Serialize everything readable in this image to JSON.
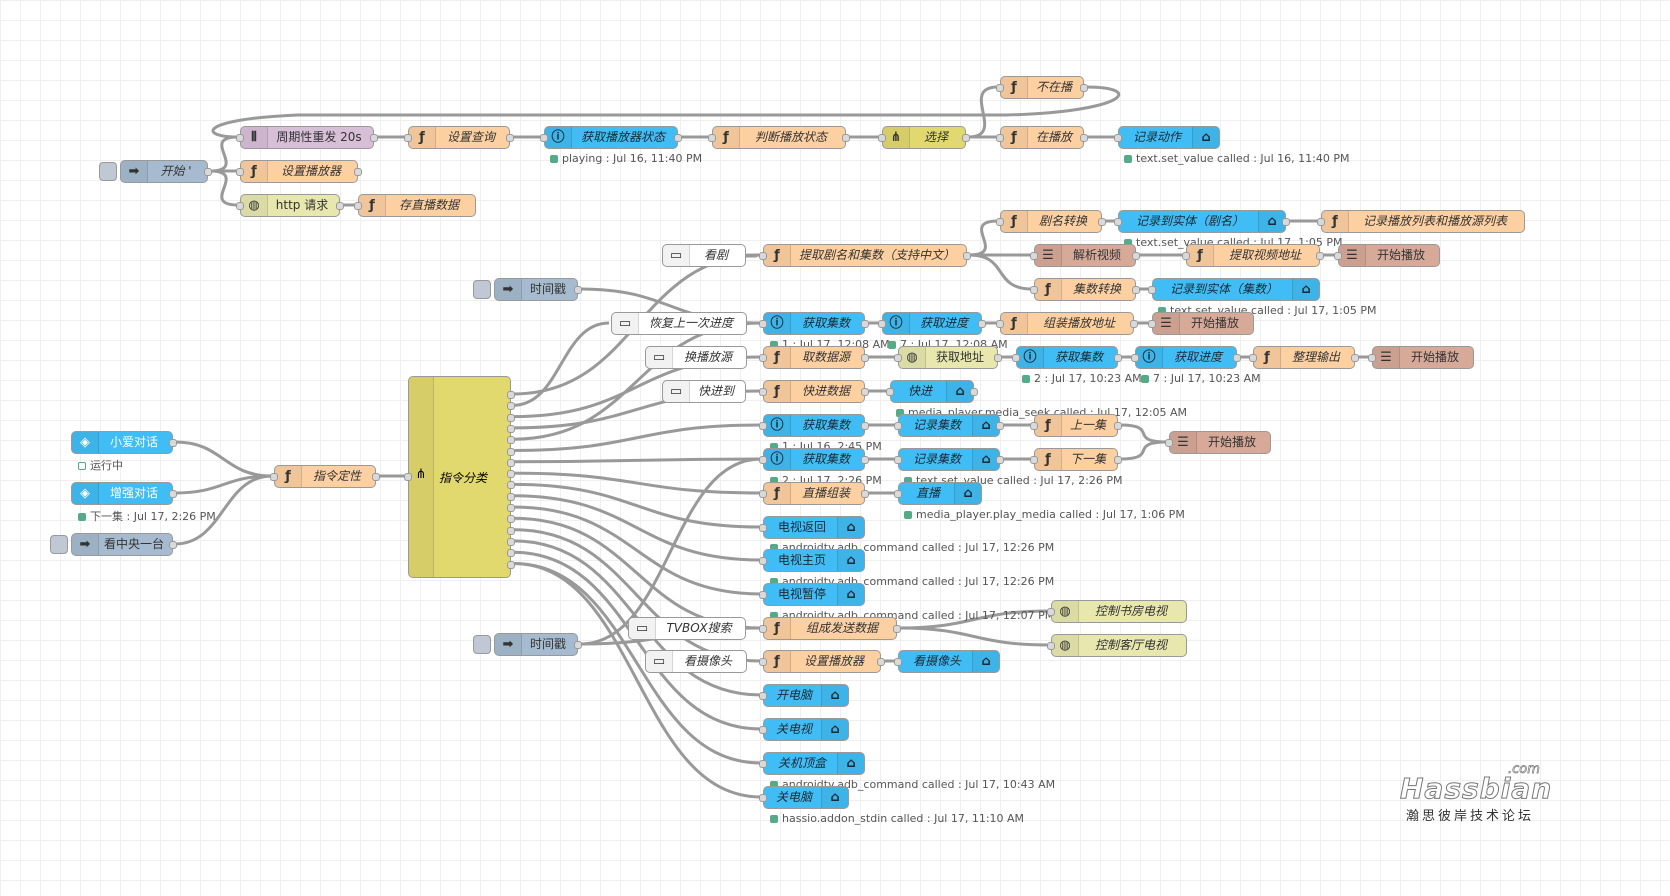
{
  "colors": {
    "function": "#fdd0a2",
    "ha_api": "#3fadb5",
    "ha_blue": "#41bdf5",
    "trigger": "#a6bbcf",
    "inject": "#e7e7ae",
    "comment": "#ffffff",
    "http": "#e7e7ae",
    "switch": "#e2d96e",
    "template": "#d8bfd8",
    "template_brown": "#d7a999",
    "wire": "#999999",
    "status_green": "#5a8"
  },
  "nodes": [
    {
      "id": "n1",
      "type": "inject",
      "label": "开始 '",
      "icon": "arrow-icon",
      "italic": true
    },
    {
      "id": "n2",
      "type": "template",
      "label": "周期性重发 20s",
      "icon": "split-icon"
    },
    {
      "id": "n3",
      "type": "function",
      "label": "设置播放器",
      "icon": "function-icon",
      "italic": true
    },
    {
      "id": "n4",
      "type": "http",
      "label": "http 请求",
      "icon": "globe-icon"
    },
    {
      "id": "n5",
      "type": "function",
      "label": "存直播数据",
      "icon": "function-icon",
      "italic": true
    },
    {
      "id": "n6",
      "type": "function",
      "label": "设置查询",
      "icon": "function-icon",
      "italic": true
    },
    {
      "id": "n7",
      "type": "ha",
      "label": "获取播放器状态",
      "icon": "info-icon",
      "italic": true,
      "status": "playing : Jul 16, 11:40 PM"
    },
    {
      "id": "n8",
      "type": "function",
      "label": "判断播放状态",
      "icon": "function-icon",
      "italic": true
    },
    {
      "id": "n9",
      "type": "switch",
      "label": "选择",
      "icon": "switch-icon",
      "italic": true
    },
    {
      "id": "n10",
      "type": "function",
      "label": "不在播",
      "icon": "function-icon",
      "italic": true
    },
    {
      "id": "n11",
      "type": "function",
      "label": "在播放",
      "icon": "function-icon",
      "italic": true
    },
    {
      "id": "n12",
      "type": "ha",
      "label": "记录动作",
      "icon": "service-icon",
      "italic": true,
      "status": "text.set_value called : Jul 16, 11:40 PM"
    },
    {
      "id": "n13",
      "type": "comment",
      "label": "看剧",
      "icon": "comment-icon",
      "italic": true
    },
    {
      "id": "n14",
      "type": "function",
      "label": "提取剧名和集数（支持中文）",
      "icon": "function-icon",
      "italic": true
    },
    {
      "id": "n15",
      "type": "function",
      "label": "剧名转换",
      "icon": "function-icon",
      "italic": true
    },
    {
      "id": "n16",
      "type": "ha",
      "label": "记录到实体（剧名）",
      "icon": "service-icon",
      "italic": true,
      "status": "text.set_value called : Jul 17, 1:05 PM"
    },
    {
      "id": "n17",
      "type": "function",
      "label": "记录播放列表和播放源列表",
      "icon": "function-icon",
      "italic": true
    },
    {
      "id": "n18",
      "type": "template_brown",
      "label": "解析视频",
      "icon": "template-icon"
    },
    {
      "id": "n19",
      "type": "function",
      "label": "提取视频地址",
      "icon": "function-icon",
      "italic": true
    },
    {
      "id": "n20",
      "type": "template_brown",
      "label": "开始播放",
      "icon": "template-icon"
    },
    {
      "id": "n21",
      "type": "function",
      "label": "集数转换",
      "icon": "function-icon",
      "italic": true
    },
    {
      "id": "n22",
      "type": "ha",
      "label": "记录到实体（集数）",
      "icon": "service-icon",
      "italic": true,
      "status": "text.set_value called : Jul 17, 1:05 PM"
    },
    {
      "id": "n23",
      "type": "trigger",
      "label": "时间戳",
      "icon": "arrow-icon"
    },
    {
      "id": "n24",
      "type": "comment",
      "label": "恢复上一次进度",
      "icon": "comment-icon",
      "italic": true
    },
    {
      "id": "n25",
      "type": "ha",
      "label": "获取集数",
      "icon": "info-icon",
      "italic": true,
      "status": "1 : Jul 17, 12:08 AM"
    },
    {
      "id": "n26",
      "type": "ha",
      "label": "获取进度",
      "icon": "info-icon",
      "italic": true,
      "status": "7 : Jul 17, 12:08 AM"
    },
    {
      "id": "n27",
      "type": "function",
      "label": "组装播放地址",
      "icon": "function-icon",
      "italic": true
    },
    {
      "id": "n28",
      "type": "template_brown",
      "label": "开始播放",
      "icon": "template-icon"
    },
    {
      "id": "n29",
      "type": "comment",
      "label": "换播放源",
      "icon": "comment-icon",
      "italic": true
    },
    {
      "id": "n30",
      "type": "function",
      "label": "取数据源",
      "icon": "function-icon",
      "italic": true
    },
    {
      "id": "n31",
      "type": "http",
      "label": "获取地址",
      "icon": "globe-icon"
    },
    {
      "id": "n32",
      "type": "ha",
      "label": "获取集数",
      "icon": "info-icon",
      "italic": true,
      "status": "2 : Jul 17, 10:23 AM"
    },
    {
      "id": "n33",
      "type": "ha",
      "label": "获取进度",
      "icon": "info-icon",
      "italic": true,
      "status": "7 : Jul 17, 10:23 AM"
    },
    {
      "id": "n34",
      "type": "function",
      "label": "整理输出",
      "icon": "function-icon",
      "italic": true
    },
    {
      "id": "n35",
      "type": "template_brown",
      "label": "开始播放",
      "icon": "template-icon"
    },
    {
      "id": "n36",
      "type": "comment",
      "label": "快进到",
      "icon": "comment-icon",
      "italic": true
    },
    {
      "id": "n37",
      "type": "function",
      "label": "快进数据",
      "icon": "function-icon",
      "italic": true
    },
    {
      "id": "n38",
      "type": "ha",
      "label": "快进",
      "icon": "service-icon",
      "italic": true,
      "status": "media_player.media_seek called : Jul 17, 12:05 AM"
    },
    {
      "id": "n39",
      "type": "ha",
      "label": "获取集数",
      "icon": "info-icon",
      "italic": true,
      "status": "1 : Jul 16, 2:45 PM"
    },
    {
      "id": "n40",
      "type": "ha",
      "label": "记录集数",
      "icon": "service-icon",
      "italic": true
    },
    {
      "id": "n41",
      "type": "function",
      "label": "上一集",
      "icon": "function-icon",
      "italic": true
    },
    {
      "id": "n42",
      "type": "template_brown",
      "label": "开始播放",
      "icon": "template-icon"
    },
    {
      "id": "n43",
      "type": "ha",
      "label": "获取集数",
      "icon": "info-icon",
      "italic": true,
      "status": "2 : Jul 17, 2:26 PM"
    },
    {
      "id": "n44",
      "type": "ha",
      "label": "记录集数",
      "icon": "service-icon",
      "italic": true,
      "status": "text.set_value called : Jul 17, 2:26 PM"
    },
    {
      "id": "n45",
      "type": "function",
      "label": "下一集",
      "icon": "function-icon",
      "italic": true
    },
    {
      "id": "n46",
      "type": "function",
      "label": "直播组装",
      "icon": "function-icon",
      "italic": true
    },
    {
      "id": "n47",
      "type": "ha",
      "label": "直播",
      "icon": "service-icon",
      "italic": true,
      "status": "media_player.play_media called : Jul 17, 1:06 PM"
    },
    {
      "id": "n48",
      "type": "ha",
      "label": "电视返回",
      "icon": "service-icon",
      "status": "androidtv.adb_command called : Jul 17, 12:26 PM"
    },
    {
      "id": "n49",
      "type": "ha",
      "label": "电视主页",
      "icon": "service-icon",
      "status": "androidtv.adb_command called : Jul 17, 12:26 PM"
    },
    {
      "id": "n50",
      "type": "ha",
      "label": "电视暂停",
      "icon": "service-icon",
      "status": "androidtv.adb_command called : Jul 17, 12:07 PM"
    },
    {
      "id": "n51",
      "type": "trigger",
      "label": "时间戳",
      "icon": "arrow-icon"
    },
    {
      "id": "n52",
      "type": "comment",
      "label": "TVBOX搜索",
      "icon": "comment-icon",
      "italic": true
    },
    {
      "id": "n53",
      "type": "function",
      "label": "组成发送数据",
      "icon": "function-icon",
      "italic": true
    },
    {
      "id": "n54",
      "type": "http",
      "label": "控制书房电视",
      "icon": "globe-icon",
      "italic": true
    },
    {
      "id": "n55",
      "type": "http",
      "label": "控制客厅电视",
      "icon": "globe-icon",
      "italic": true
    },
    {
      "id": "n56",
      "type": "comment",
      "label": "看摄像头",
      "icon": "comment-icon",
      "italic": true
    },
    {
      "id": "n57",
      "type": "function",
      "label": "设置播放器",
      "icon": "function-icon",
      "italic": true
    },
    {
      "id": "n58",
      "type": "ha",
      "label": "看摄像头",
      "icon": "service-icon",
      "italic": true
    },
    {
      "id": "n59",
      "type": "ha",
      "label": "开电脑",
      "icon": "service-icon",
      "italic": true
    },
    {
      "id": "n60",
      "type": "ha",
      "label": "关电视",
      "icon": "service-icon",
      "italic": true
    },
    {
      "id": "n61",
      "type": "ha",
      "label": "关机顶盒",
      "icon": "service-icon",
      "italic": true,
      "status": "androidtv.adb_command called : Jul 17, 10:43 AM"
    },
    {
      "id": "n62",
      "type": "ha",
      "label": "关电脑",
      "icon": "service-icon",
      "italic": true,
      "status": "hassio.addon_stdin called : Jul 17, 11:10 AM"
    },
    {
      "id": "n63",
      "type": "ha_blue",
      "label": "小爱对话",
      "icon": "event-icon",
      "status": "运行中",
      "status_ring": true
    },
    {
      "id": "n64",
      "type": "ha_blue",
      "label": "增强对话",
      "icon": "event-icon",
      "status": "下一集 : Jul 17, 2:26 PM"
    },
    {
      "id": "n65",
      "type": "trigger",
      "label": "看中央一台",
      "icon": "arrow-icon"
    },
    {
      "id": "n66",
      "type": "function",
      "label": "指令定性",
      "icon": "function-icon",
      "italic": true
    },
    {
      "id": "n67",
      "type": "switch",
      "label": "指令分类",
      "icon": "switch-icon",
      "italic": true
    }
  ],
  "watermark": {
    "brand": "Hassbian",
    "com": ".com",
    "subtitle": "瀚思彼岸技术论坛"
  }
}
